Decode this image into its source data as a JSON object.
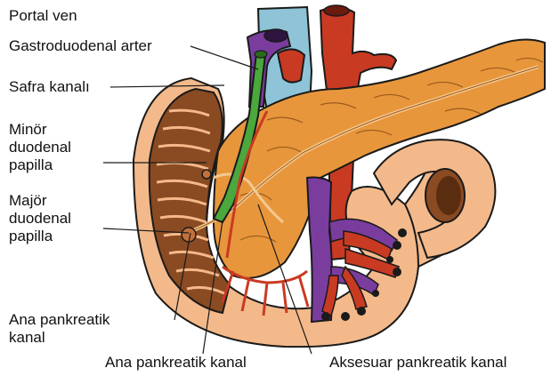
{
  "labels": {
    "portal_ven": "Portal ven",
    "gastroduodenal_arter": "Gastroduodenal arter",
    "safra_kanali": "Safra kanalı",
    "minor_papilla": [
      "Minör",
      "duodenal",
      "papilla"
    ],
    "major_papilla": [
      "Majör",
      "duodenal",
      "papilla"
    ],
    "ana_pankreatik_left": [
      "Ana pankreatik",
      "kanal"
    ],
    "ana_pankreatik_bottom": "Ana pankreatik kanal",
    "aksesuar_kanal": "Aksesuar pankreatik kanal"
  },
  "colors": {
    "pancreas": "#e8963c",
    "duodenum": "#f4b98a",
    "mucosa": "#8a4a22",
    "portal_vein": "#8fc4d8",
    "artery": "#c93a22",
    "vein": "#7a3d9e",
    "bile_duct": "#4aa83c",
    "outline": "#1a1a1a"
  }
}
